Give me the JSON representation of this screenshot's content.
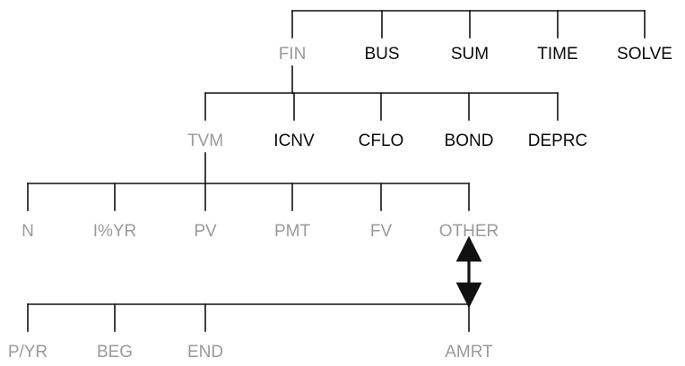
{
  "colors": {
    "active_key": "#9a9a9a",
    "inactive_key": "#0a0a0a",
    "lines": "#111111",
    "background": "#ffffff"
  },
  "levels": [
    {
      "id": "main-menu",
      "items": [
        {
          "label": "FIN",
          "selected": true
        },
        {
          "label": "BUS",
          "selected": false
        },
        {
          "label": "SUM",
          "selected": false
        },
        {
          "label": "TIME",
          "selected": false
        },
        {
          "label": "SOLVE",
          "selected": false
        }
      ]
    },
    {
      "id": "fin-menu",
      "items": [
        {
          "label": "TVM",
          "selected": true
        },
        {
          "label": "ICNV",
          "selected": false
        },
        {
          "label": "CFLO",
          "selected": false
        },
        {
          "label": "BOND",
          "selected": false
        },
        {
          "label": "DEPRC",
          "selected": false
        }
      ]
    },
    {
      "id": "tvm-menu",
      "items": [
        {
          "label": "N",
          "selected": true
        },
        {
          "label": "I%YR",
          "selected": true
        },
        {
          "label": "PV",
          "selected": true
        },
        {
          "label": "PMT",
          "selected": true
        },
        {
          "label": "FV",
          "selected": true
        },
        {
          "label": "OTHER",
          "selected": true
        }
      ]
    },
    {
      "id": "other-menu",
      "items": [
        {
          "label": "P/YR",
          "selected": true
        },
        {
          "label": "BEG",
          "selected": true
        },
        {
          "label": "END",
          "selected": true
        },
        {
          "label": "AMRT",
          "selected": true
        }
      ]
    }
  ]
}
